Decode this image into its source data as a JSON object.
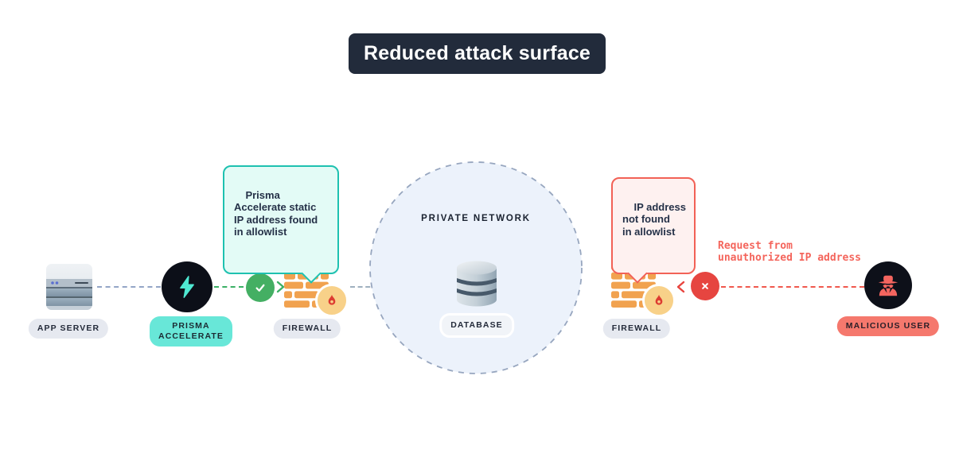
{
  "title": "Reduced attack surface",
  "left_flow": {
    "app_server_label": "APP SERVER",
    "prisma_label": "PRISMA\nACCELERATE",
    "firewall_label": "FIREWALL",
    "allow_callout": "Prisma\nAccelerate static\nIP address found\nin allowlist"
  },
  "network": {
    "label": "PRIVATE NETWORK",
    "database_label": "DATABASE"
  },
  "right_flow": {
    "firewall_label": "FIREWALL",
    "malicious_label": "MALICIOUS USER",
    "deny_callout": "IP address\nnot found\nin allowlist",
    "request_note": "Request from\nunauthorized IP address"
  },
  "colors": {
    "banner_bg": "#222b3b",
    "accent_teal": "#1ec1b0",
    "teal_pill": "#68e7d8",
    "bolt_teal": "#4fe8d2",
    "allow_green": "#44af63",
    "deny_red": "#e64540",
    "salmon": "#f5786d",
    "brick_orange": "#f1a24f",
    "flame_badge": "#f8d189",
    "network_fill": "#ecf2fb",
    "connector_blue": "#93a5c6",
    "connector_gray": "#9fb0bf",
    "dark_node": "#0c0f18"
  }
}
